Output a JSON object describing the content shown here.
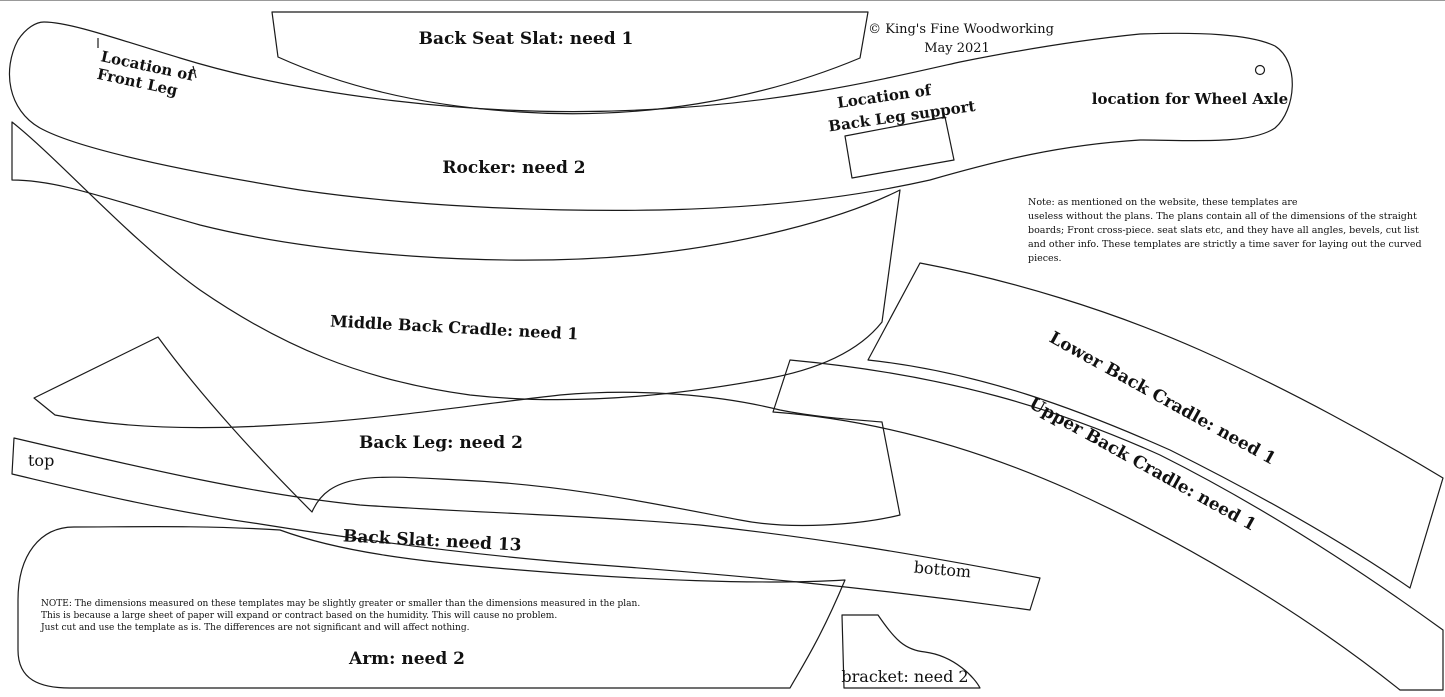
{
  "copyright": {
    "line1": "© King's Fine Woodworking",
    "line2": "May 2021"
  },
  "pieces": {
    "back_seat_slat": "Back Seat Slat: need 1",
    "rocker": "Rocker: need 2",
    "front_leg_loc_line1": "Location of",
    "front_leg_loc_line2": "Front Leg",
    "back_leg_support_line1": "Location of",
    "back_leg_support_line2": "Back Leg support",
    "wheel_axle": "location for Wheel Axle",
    "middle_back_cradle": "Middle Back Cradle: need 1",
    "back_leg": "Back Leg: need 2",
    "back_slat": "Back Slat: need 13",
    "back_slat_top": "top",
    "back_slat_bottom": "bottom",
    "arm": "Arm: need 2",
    "bracket": "bracket: need 2",
    "lower_back_cradle": "Lower Back Cradle: need 1",
    "upper_back_cradle": "Upper Back Cradle: need 1"
  },
  "note_right": {
    "line1": "Note: as mentioned on the website, these templates are",
    "line2": "useless without the plans. The plans contain all of the dimensions of the straight",
    "line3": "boards;  Front cross-piece. seat slats etc, and they have all angles, bevels, cut list",
    "line4": "and other info. These templates are strictly a time saver for laying out the curved",
    "line5": "pieces."
  },
  "note_left": {
    "line1": "NOTE: The dimensions measured on these templates may be slightly greater or smaller than the dimensions measured in the plan.",
    "line2": "This is because a large sheet of paper will expand or contract based on the humidity. This will cause no problem.",
    "line3": "Just cut and use the template as is. The differences are not significant and will affect nothing."
  }
}
